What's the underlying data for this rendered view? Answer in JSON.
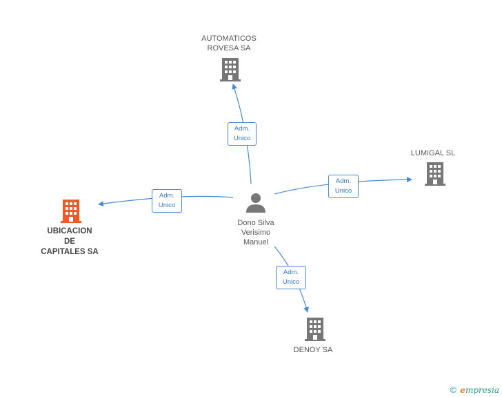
{
  "center": {
    "name": "Dono Silva\nVerisimo\nManuel",
    "icon": "person-icon"
  },
  "companies": [
    {
      "id": "automaticos",
      "name": "AUTOMATICOS\nROVESA SA",
      "icon": "building-icon",
      "highlight": false
    },
    {
      "id": "lumigal",
      "name": "LUMIGAL  SL",
      "icon": "building-icon",
      "highlight": false
    },
    {
      "id": "ubicacion",
      "name": "UBICACION\nDE\nCAPITALES SA",
      "icon": "building-icon",
      "highlight": true
    },
    {
      "id": "denoy",
      "name": "DENOY SA",
      "icon": "building-icon",
      "highlight": false
    }
  ],
  "edges": [
    {
      "to": "automaticos",
      "line1": "Adm.",
      "line2": "Unico"
    },
    {
      "to": "lumigal",
      "line1": "Adm.",
      "line2": "Unico"
    },
    {
      "to": "ubicacion",
      "line1": "Adm.",
      "line2": "Unico"
    },
    {
      "to": "denoy",
      "line1": "Adm.",
      "line2": "Unico"
    }
  ],
  "colors": {
    "edge": "#4a8ad4",
    "building": "#777777",
    "building_highlight": "#f05a28",
    "person": "#777777"
  },
  "footer": {
    "copyright": "©",
    "brand_initial": "e",
    "brand_rest": "mpresia"
  }
}
